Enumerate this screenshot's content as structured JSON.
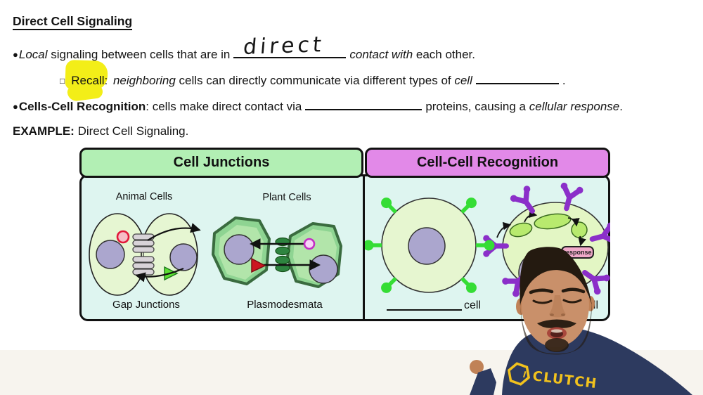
{
  "notes": {
    "title": "Direct Cell Signaling",
    "line1": {
      "bullet": "●",
      "lead_italic": "Local",
      "text_a": " signaling between cells that are in",
      "handwritten_answer": "direct",
      "text_b_italic": "contact with",
      "text_c": " each other."
    },
    "line2": {
      "bullet": "□",
      "highlighted": "Recall:",
      "word_italic": "neighboring",
      "text_a": " cells can directly communicate via different types of ",
      "word_italic2": "cell",
      "after_blank": "."
    },
    "line3": {
      "bullet": "●",
      "lead_bold": "Cells-Cell Recognition",
      "text_a": ": cells make direct contact via",
      "text_b": "proteins, causing a ",
      "tail_italic": "cellular response",
      "after": "."
    },
    "line4": {
      "label": "EXAMPLE:",
      "text": " Direct Cell Signaling."
    }
  },
  "diagram": {
    "left_panel": {
      "header": "Cell Junctions",
      "animal_label": "Animal Cells",
      "plant_label": "Plant Cells",
      "gap_caption": "Gap Junctions",
      "plasmodesmata_caption": "Plasmodesmata"
    },
    "right_panel": {
      "header": "Cell-Cell Recognition",
      "response_badge": "response",
      "left_cell_label": "cell",
      "right_cell_label": "cell"
    },
    "colors": {
      "left_header_bg": "#b2efb4",
      "right_header_bg": "#e289e8",
      "panel_bg": "#def5f0",
      "highlight_yellow": "#f3ee18",
      "animal_cell_fill": "#e6f6d2",
      "plant_cell_fill": "#8ed492",
      "nucleus_fill": "#aba6ce",
      "green_receptor": "#35dd35",
      "purple_receptor": "#8b2fc9",
      "response_badge_bg": "#f0a9c9"
    }
  },
  "presenter": {
    "shirt_text": "CLUTCH",
    "shirt_color": "#2d3a5f",
    "logo_yellow": "#f2c21d"
  }
}
